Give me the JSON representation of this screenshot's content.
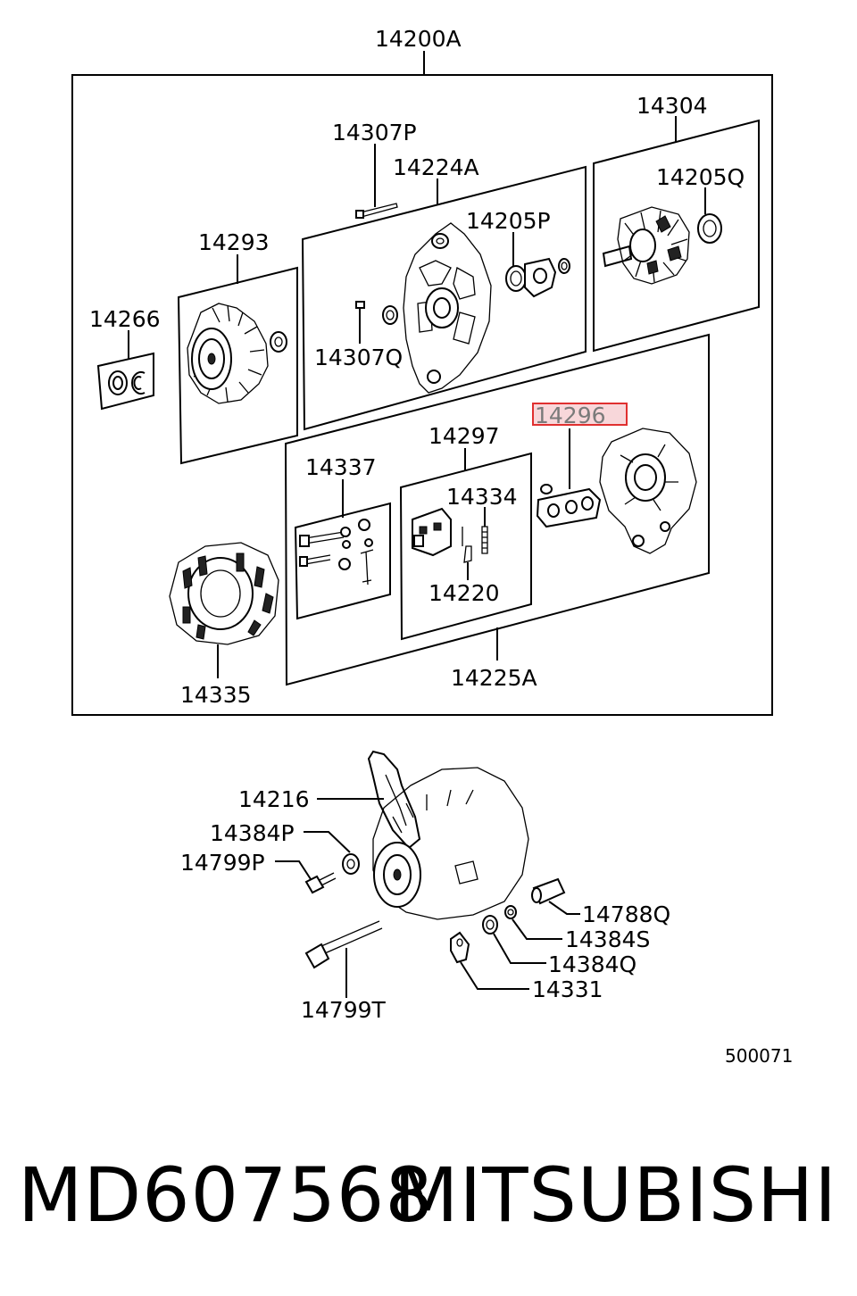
{
  "labels": {
    "l14200A": "14200A",
    "l14307P": "14307P",
    "l14224A": "14224A",
    "l14304": "14304",
    "l14205Q": "14205Q",
    "l14205P": "14205P",
    "l14293": "14293",
    "l14266": "14266",
    "l14307Q": "14307Q",
    "l14296": "14296",
    "l14297": "14297",
    "l14337": "14337",
    "l14334": "14334",
    "l14220": "14220",
    "l14335": "14335",
    "l14225A": "14225A",
    "l14216": "14216",
    "l14384P": "14384P",
    "l14799P": "14799P",
    "l14788Q": "14788Q",
    "l14384S": "14384S",
    "l14384Q": "14384Q",
    "l14331": "14331",
    "l14799T": "14799T"
  },
  "highlighted_label": "14296",
  "highlight_color": "#f8d7da",
  "highlight_border_color": "#e03030",
  "diagram_ref": "500071",
  "footer": {
    "part_number": "MD607568",
    "brand": "MITSUBISHI"
  }
}
